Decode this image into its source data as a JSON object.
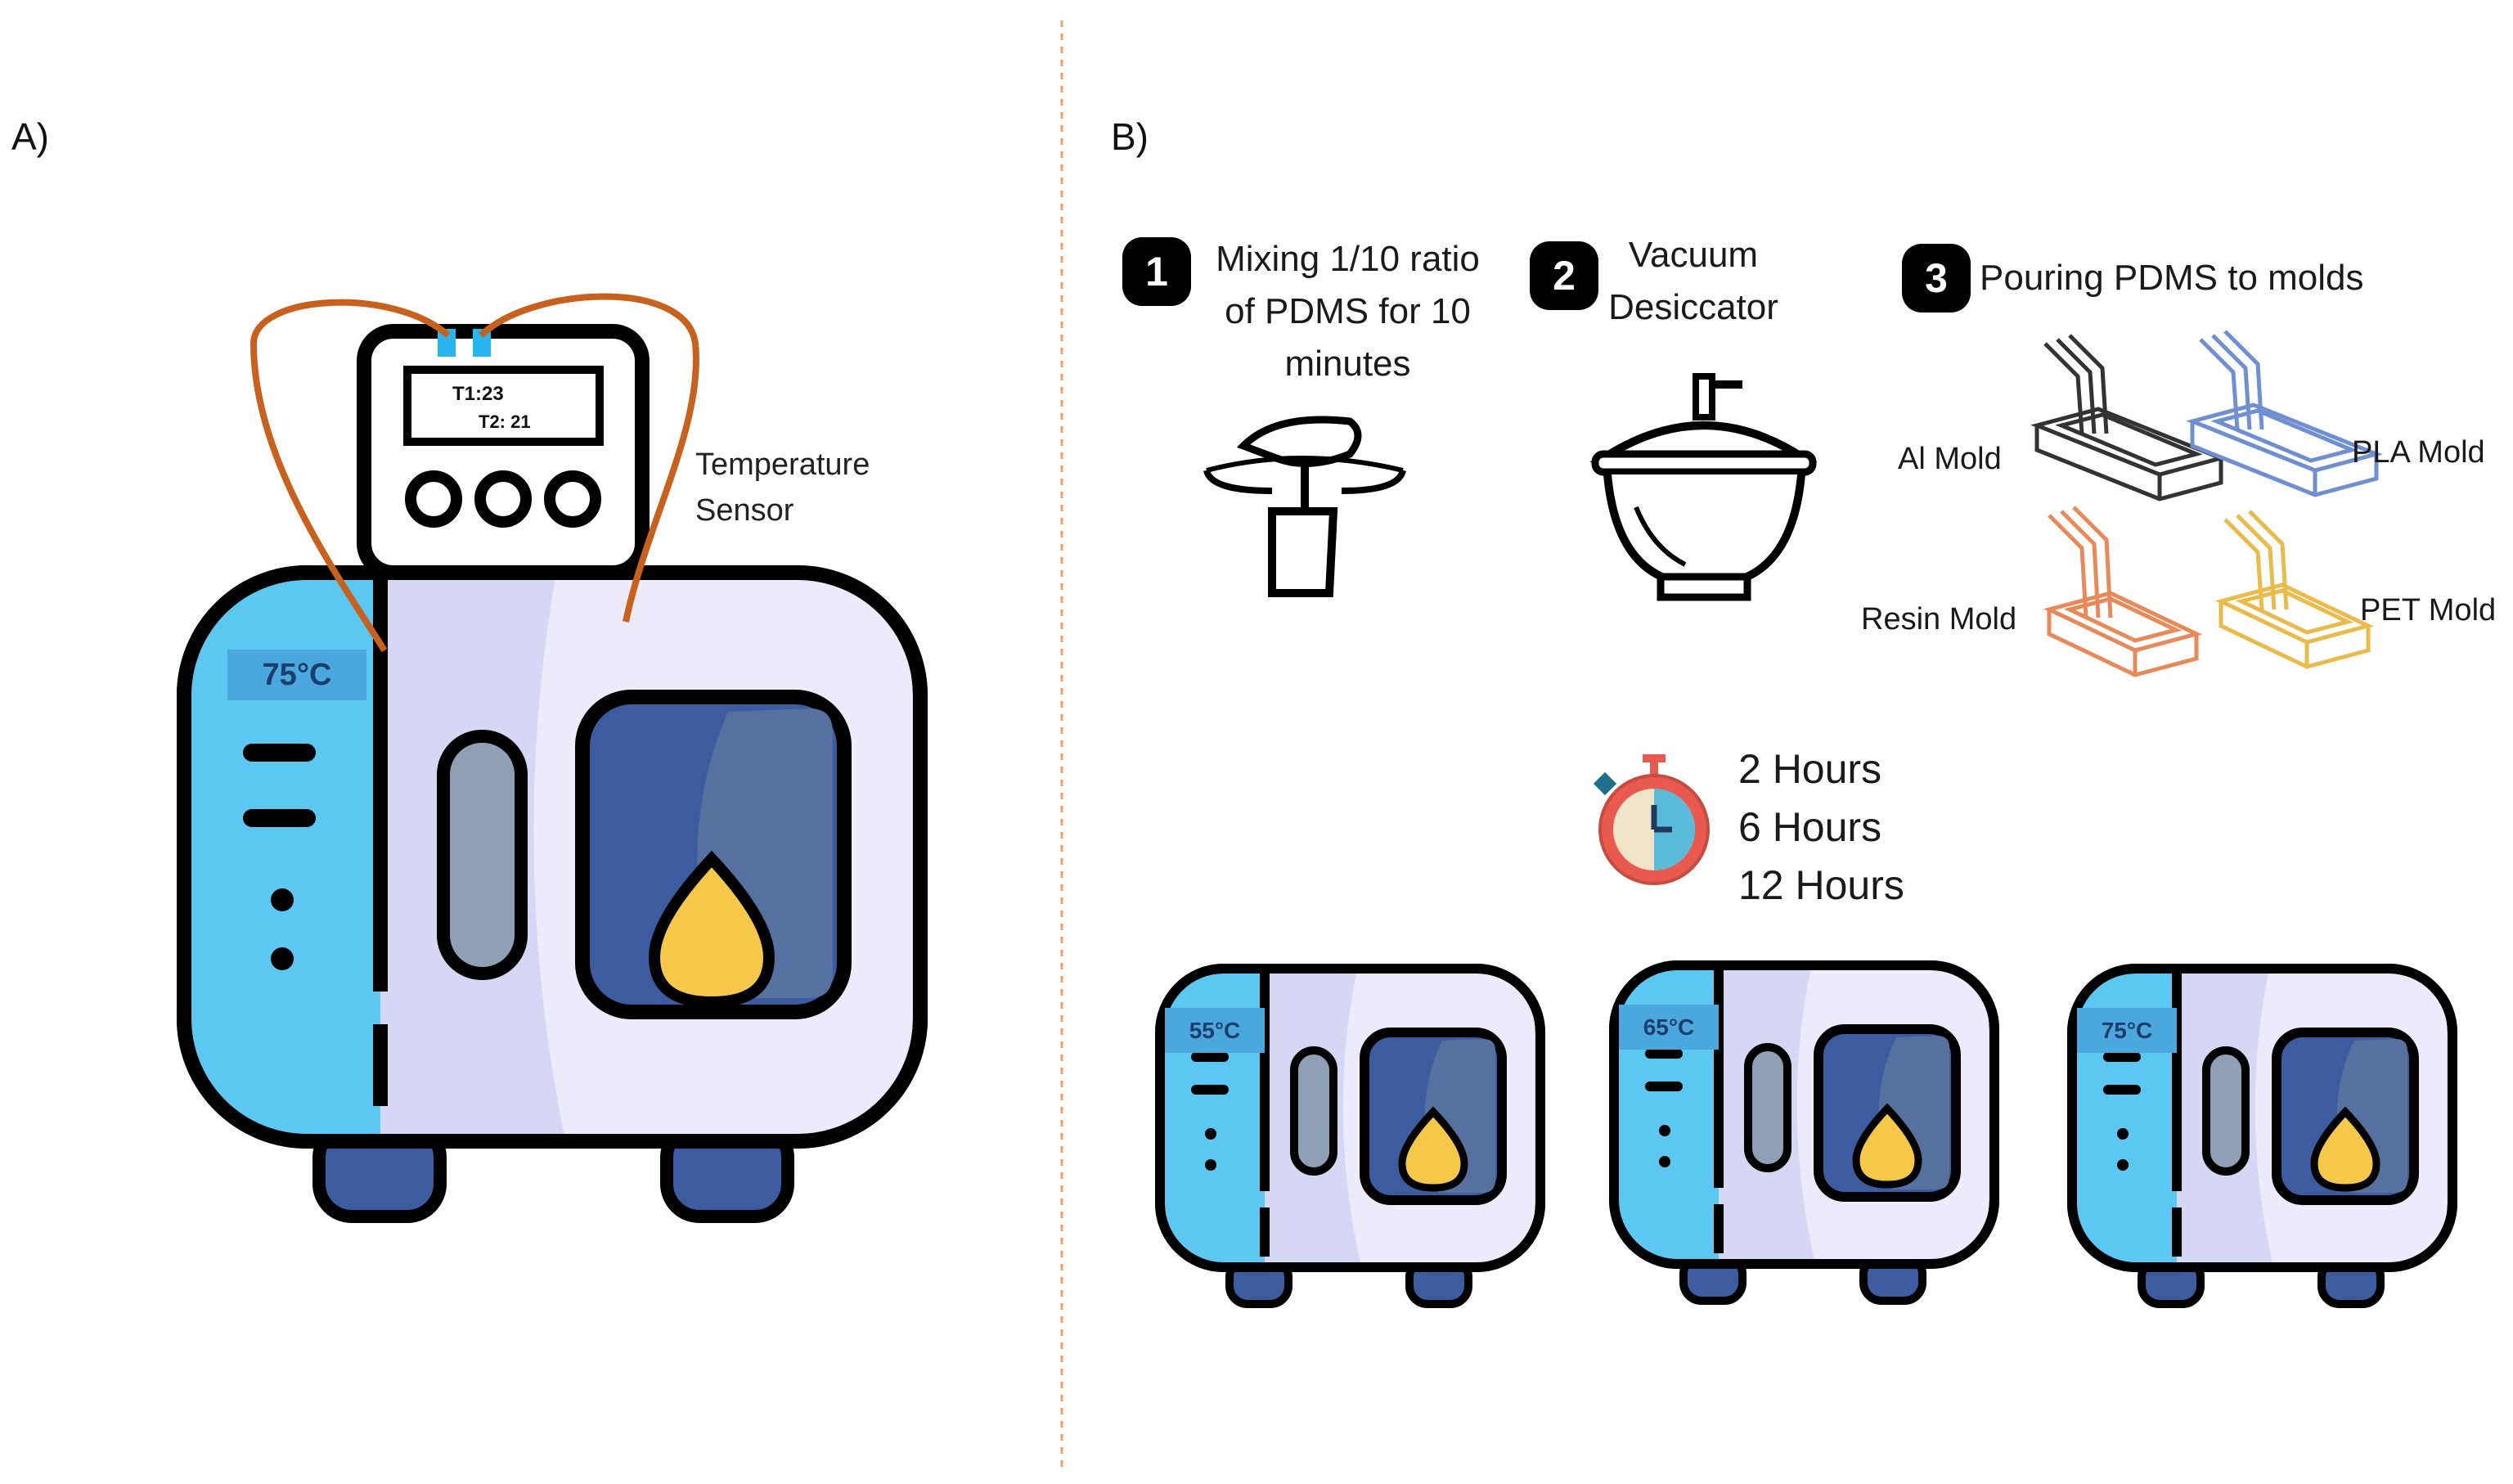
{
  "panel_a": {
    "label": "A)",
    "display": {
      "t1": "T1:23",
      "t2": "T2: 21"
    },
    "oven_temp": "75°C",
    "sensor_label_line1": "Temperature",
    "sensor_label_line2": "Sensor"
  },
  "panel_b": {
    "label": "B)",
    "step1": {
      "number": "1",
      "line1": "Mixing 1/10 ratio",
      "line2": "of PDMS for 10",
      "line3": "minutes"
    },
    "step2": {
      "number": "2",
      "line1": "Vacuum",
      "line2": "Desiccator"
    },
    "step3": {
      "number": "3",
      "text": "Pouring PDMS to molds"
    },
    "molds": [
      {
        "label": "Al Mold",
        "color": "#333333"
      },
      {
        "label": "PLA Mold",
        "color": "#6f8fd0"
      },
      {
        "label": "Resin Mold",
        "color": "#e8895a"
      },
      {
        "label": "PET Mold",
        "color": "#e9bb4a"
      }
    ],
    "times": [
      "2 Hours",
      "6 Hours",
      "12 Hours"
    ],
    "ovens": [
      {
        "temp": "55°C"
      },
      {
        "temp": "65°C"
      },
      {
        "temp": "75°C"
      }
    ]
  },
  "colors": {
    "divider": "#f0a070",
    "oven_blue_panel": "#5cc8f2",
    "oven_body": "#d6d6f5",
    "oven_window": "#3d5ca0",
    "flame": "#f6c84a",
    "wire": "#c8601e",
    "timer_red": "#e85a4f"
  }
}
